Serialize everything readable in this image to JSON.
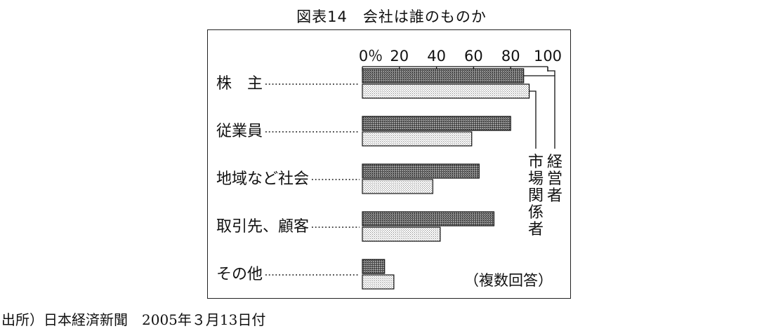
{
  "figure": {
    "title": "図表14　会社は誰のものか",
    "source": "出所）日本経済新聞　2005年３月13日付"
  },
  "chart_data": {
    "type": "bar",
    "orientation": "horizontal",
    "title": "図表14　会社は誰のものか",
    "categories": [
      "株　主",
      "従業員",
      "地域など社会",
      "取引先、顧客",
      "その他"
    ],
    "series": [
      {
        "name": "経営者",
        "values": [
          87,
          80,
          63,
          71,
          12
        ]
      },
      {
        "name": "市場関係者",
        "values": [
          90,
          59,
          38,
          42,
          17
        ]
      }
    ],
    "x_axis": {
      "range": [
        0,
        100
      ],
      "ticks": [
        0,
        20,
        40,
        60,
        80,
        100
      ],
      "tick_labels": [
        "0％",
        "20",
        "40",
        "60",
        "80",
        "100"
      ],
      "position": "top"
    },
    "annotation": "（複数回答）",
    "grid": false,
    "legend": "right (callout labels)"
  }
}
